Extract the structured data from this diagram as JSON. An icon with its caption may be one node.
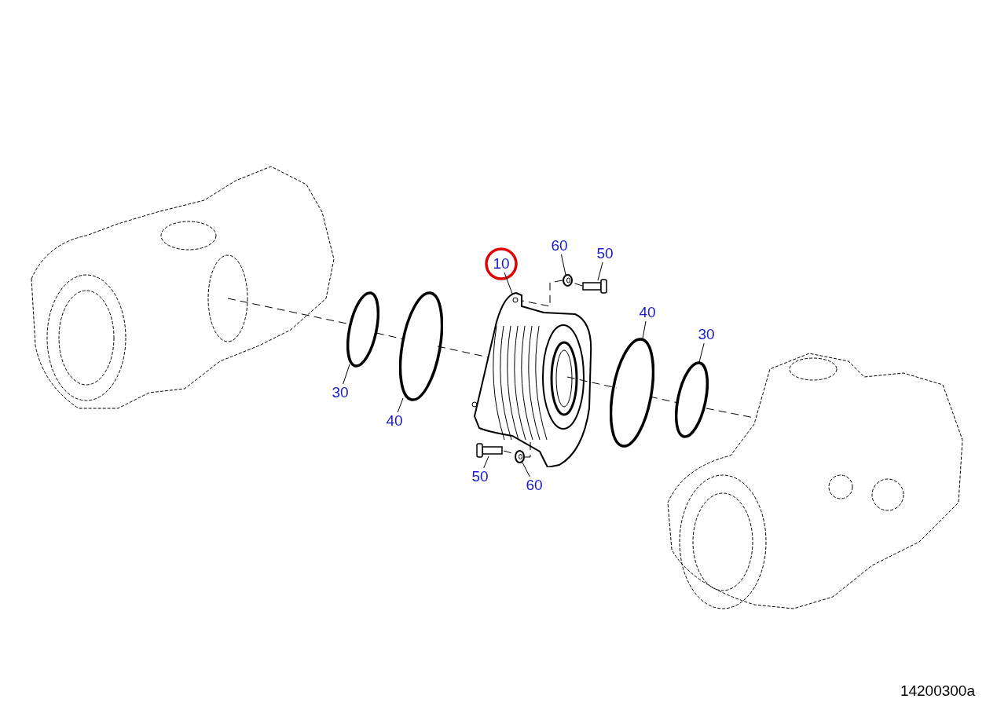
{
  "diagram": {
    "nodes": [
      {
        "text": [
          "10"
        ]
      },
      {
        "text": [],
        "shape": "picture"
      },
      {
        "text": [
          "60"
        ]
      },
      {
        "text": [],
        "shape": "picture"
      },
      {
        "text": [
          "50"
        ]
      },
      {
        "text": [],
        "shape": "picture"
      },
      {
        "text": [
          "30"
        ]
      },
      {
        "text": [],
        "shape": "circle"
      },
      {
        "text": [
          "40"
        ]
      },
      {
        "text": [],
        "shape": "circle"
      },
      {
        "text": [
          "40"
        ]
      },
      {
        "text": [],
        "shape": "circle"
      },
      {
        "text": [
          "30"
        ]
      },
      {
        "text": [],
        "shape": "circle"
      },
      {
        "text": [
          "50"
        ]
      },
      {
        "text": [],
        "shape": "picture"
      },
      {
        "text": [
          "60"
        ]
      },
      {
        "text": [],
        "shape": "picture"
      },
      {
        "text": [],
        "shape": "picture"
      },
      {
        "text": [],
        "shape": "picture"
      }
    ],
    "edges": [
      {
        "from": 0,
        "to": 1,
        "arrow": "none"
      },
      {
        "from": 2,
        "to": 3,
        "arrow": "none"
      },
      {
        "from": 4,
        "to": 5,
        "arrow": "none"
      },
      {
        "from": 6,
        "to": 7,
        "arrow": "none"
      },
      {
        "from": 8,
        "to": 9,
        "arrow": "none"
      },
      {
        "from": 10,
        "to": 11,
        "arrow": "none"
      },
      {
        "from": 12,
        "to": 13,
        "arrow": "none"
      },
      {
        "from": 14,
        "to": 15,
        "arrow": "none"
      },
      {
        "from": 16,
        "to": 17,
        "arrow": "none"
      },
      {
        "from": 18,
        "to": 7,
        "arrow": "none",
        "style": "dashed"
      },
      {
        "from": 7,
        "to": 9,
        "arrow": "none",
        "style": "dashed"
      },
      {
        "from": 9,
        "to": 1,
        "arrow": "none",
        "style": "dashed"
      },
      {
        "from": 1,
        "to": 11,
        "arrow": "none",
        "style": "dashed"
      },
      {
        "from": 11,
        "to": 13,
        "arrow": "none",
        "style": "dashed"
      },
      {
        "from": 13,
        "to": 19,
        "arrow": "none",
        "style": "dashed"
      },
      {
        "from": 5,
        "to": 3,
        "arrow": "none",
        "style": "dashed"
      },
      {
        "from": 3,
        "to": 1,
        "arrow": "none",
        "style": "dashed"
      },
      {
        "from": 15,
        "to": 17,
        "arrow": "none",
        "style": "dashed"
      },
      {
        "from": 17,
        "to": 1,
        "arrow": "none",
        "style": "dashed"
      }
    ],
    "labels": [
      "14200300a"
    ]
  }
}
